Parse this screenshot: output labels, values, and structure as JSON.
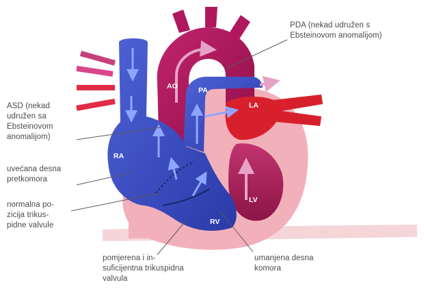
{
  "callouts": {
    "pda": [
      "PDA (nekad udružen s",
      "Ebsteinovom anomalijom)"
    ],
    "asd": [
      "ASD (nekad",
      "udružen sa",
      "Ebsteinovom",
      "anomalijom)"
    ],
    "ra_enlarged": [
      "uvećana desna",
      "pretkomora"
    ],
    "normal_tricuspid": [
      "normalna po-",
      "zicija trikus-",
      "pidne valvule"
    ],
    "displaced_tricuspid": [
      "pomjerena i in-",
      "suficijentna trikuspidna",
      "valvula"
    ],
    "small_rv": [
      "umanjena desna",
      "komora"
    ]
  },
  "chambers": {
    "ao": "AO",
    "pa": "PA",
    "la": "LA",
    "ra": "RA",
    "lv": "LV",
    "rv": "RV"
  },
  "colors": {
    "deoxygenated": "#3b4fc4",
    "aorta": "#b0175e",
    "left_atrium": "#d8202c",
    "myocardium": "#f0a9b3",
    "lv_cavity": "#a8255d",
    "leader_line": "#5a5a5a"
  }
}
